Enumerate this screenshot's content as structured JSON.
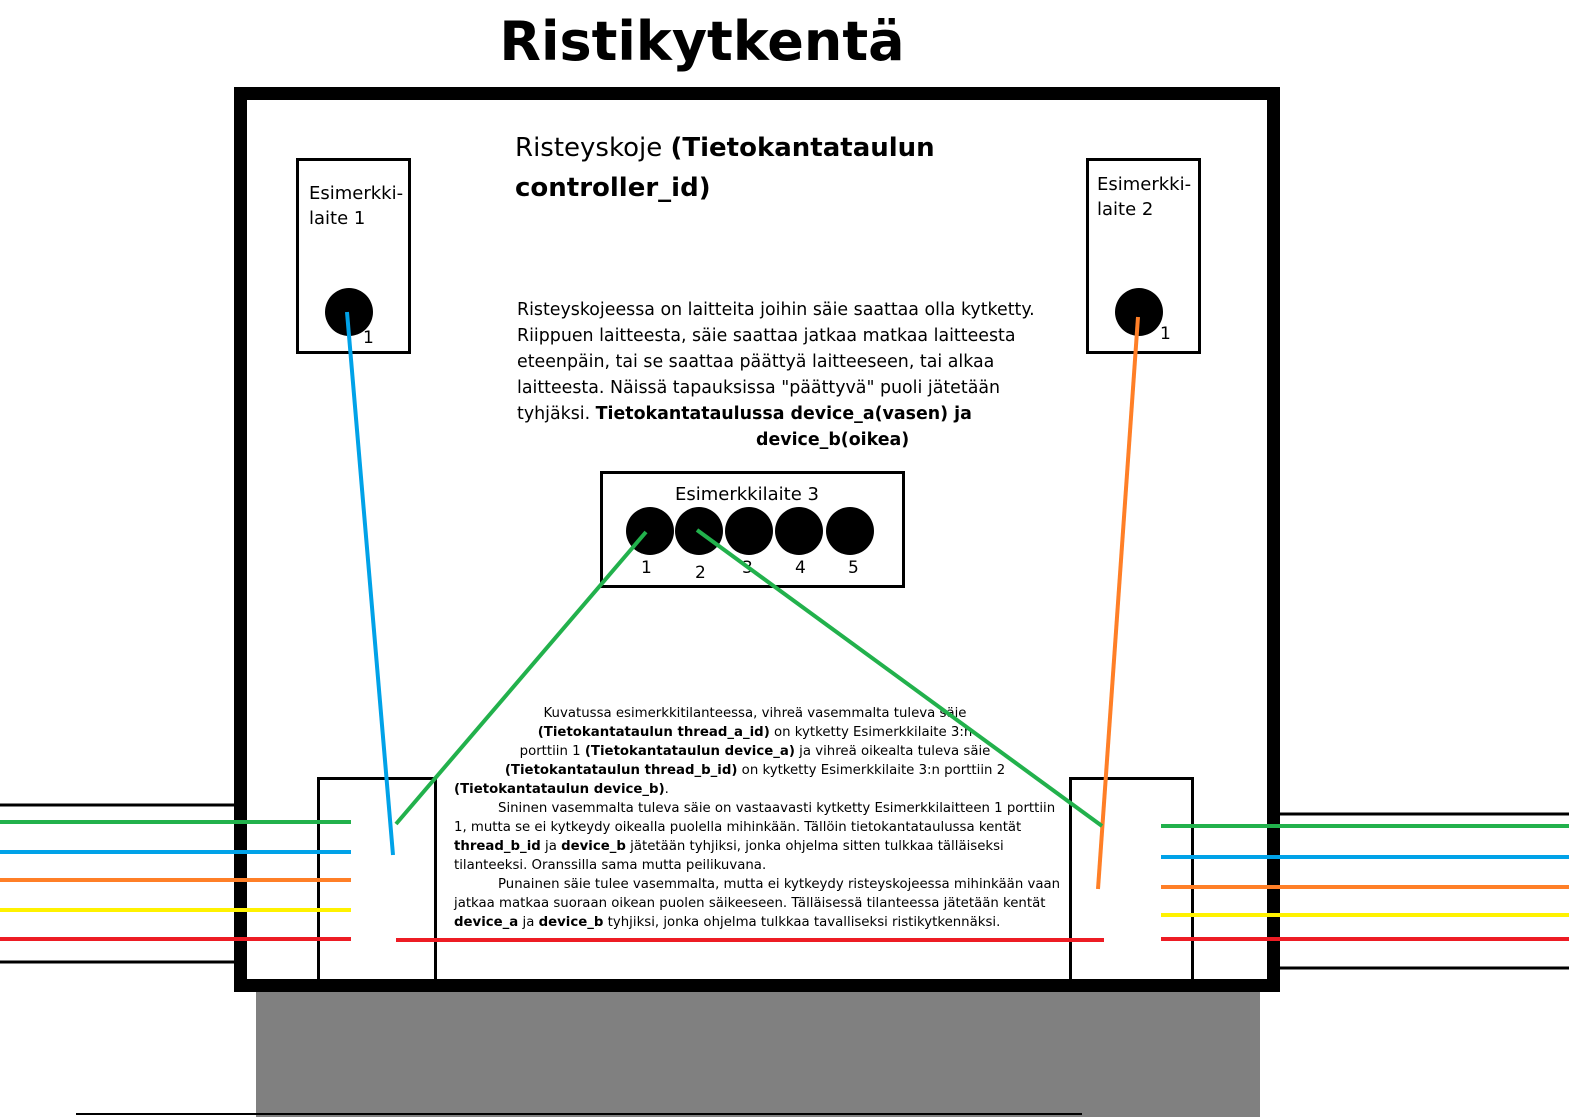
{
  "title": "Ristikytkentä",
  "device1": {
    "label": "Esimerkki-laite 1",
    "port": "1"
  },
  "device2": {
    "label": "Esimerkki-laite 2",
    "port": "1"
  },
  "device3": {
    "label": "Esimerkkilaite 3",
    "ports": [
      "1",
      "2",
      "3",
      "4",
      "5"
    ]
  },
  "heading": {
    "plain": "Risteyskoje ",
    "bold": "(Tietokantataulun controller_id)"
  },
  "description": {
    "text": "Risteyskojeessa on laitteita joihin säie saattaa olla kytketty. Riippuen laitteesta, säie saattaa jatkaa matkaa laitteesta eteenpäin, tai se saattaa päättyä laitteeseen, tai alkaa laitteesta. Näissä tapauksissa \"päättyvä\" puoli jätetään tyhjäksi. ",
    "bold_left": "Tietokantataulussa device_a(vasen) ja",
    "bold_right": "device_b(oikea)"
  },
  "note": {
    "p1_a": "Kuvatussa esimerkkitilanteessa, vihreä vasemmalta tuleva säie",
    "p1_b_bold": "(Tietokantataulun thread_a_id)",
    "p1_c": " on kytketty Esimerkkilaite 3:n",
    "p1_d": "porttiin 1 ",
    "p1_e_bold": "(Tietokantataulun device_a)",
    "p1_f": " ja vihreä oikealta tuleva säie",
    "p1_g_bold": "(Tietokantataulun thread_b_id)",
    "p1_h": " on kytketty Esimerkkilaite 3:n porttiin 2",
    "p1_i_bold": "(Tietokantataulun device_b)",
    "p1_j": ".",
    "p2_a": "Sininen vasemmalta tuleva säie on vastaavasti kytketty Esimerkkilaitteen 1 porttiin 1, mutta se ei kytkeydy oikealla puolella mihinkään. Tällöin tietokantataulussa kentät ",
    "p2_b_bold": "thread_b_id",
    "p2_c": " ja ",
    "p2_d_bold": "device_b",
    "p2_e": " jätetään tyhjiksi, jonka ohjelma sitten tulkkaa tälläiseksi tilanteeksi. Oranssilla sama mutta peilikuvana.",
    "p3_a": "Punainen säie tulee vasemmalta, mutta ei kytkeydy risteyskojeessa mihinkään vaan jatkaa matkaa suoraan oikean puolen säikeeseen. Tälläisessä tilanteessa jätetään kentät ",
    "p3_b_bold": "device_a",
    "p3_c": " ja ",
    "p3_d_bold": "device_b",
    "p3_e": " tyhjiksi, jonka ohjelma tulkkaa tavalliseksi ristikytkennäksi."
  },
  "colors": {
    "green": "#22b14c",
    "blue": "#00a2e8",
    "orange": "#ff7f27",
    "yellow": "#fff200",
    "red": "#ed1c24",
    "stand": "#808080"
  }
}
